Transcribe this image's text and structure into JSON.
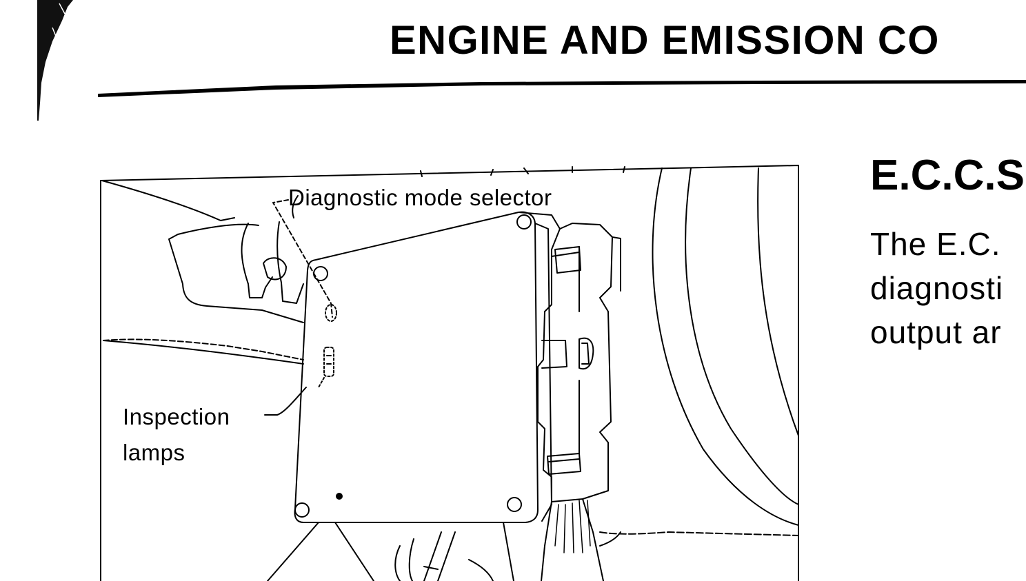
{
  "header": {
    "title": "ENGINE AND EMISSION CO"
  },
  "figure": {
    "labels": {
      "diagnostic_mode_selector": "Diagnostic mode selector",
      "inspection_lamps_line1": "Inspection",
      "inspection_lamps_line2": "lamps"
    }
  },
  "section": {
    "heading": "E.C.C.S",
    "body_lines": [
      "The E.C.",
      "diagnosti",
      "output ar"
    ]
  },
  "colors": {
    "ink": "#000000",
    "paper": "#ffffff"
  }
}
